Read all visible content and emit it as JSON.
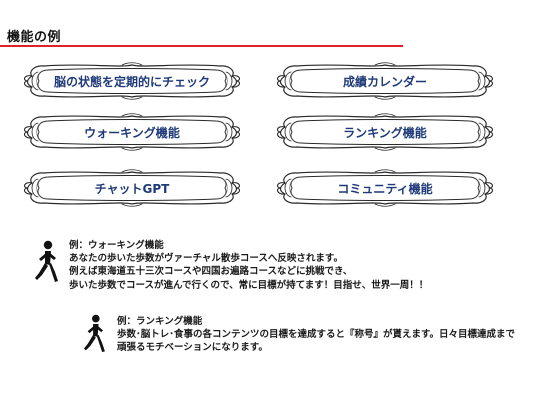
{
  "page": {
    "title": "機能の例",
    "accent_color": "#e0202a",
    "label_color": "#1f3a7a"
  },
  "features": [
    {
      "label": "脳の状態を定期的にチェック"
    },
    {
      "label": "成績カレンダー"
    },
    {
      "label": "ウォーキング機能"
    },
    {
      "label": "ランキング機能"
    },
    {
      "label": "チャットGPT"
    },
    {
      "label": "コミュニティ機能"
    }
  ],
  "examples": [
    {
      "icon": "running-person-icon",
      "lines": [
        "例：ウォーキング機能",
        "あなたの歩いた歩数がヴァーチャル散歩コースへ反映されます。",
        "例えば東海道五十三次コースや四国お遍路コースなどに挑戦でき、",
        "歩いた歩数でコースが進んで行くので、常に目標が持てます！目指せ、世界一周！！"
      ]
    },
    {
      "icon": "running-person-icon",
      "lines": [
        "例：ランキング機能",
        "歩数･脳トレ･食事の各コンテンツの目標を達成すると『称号』が貰えます。日々目標達成まで",
        "頑張るモチベーションになります。"
      ]
    }
  ]
}
